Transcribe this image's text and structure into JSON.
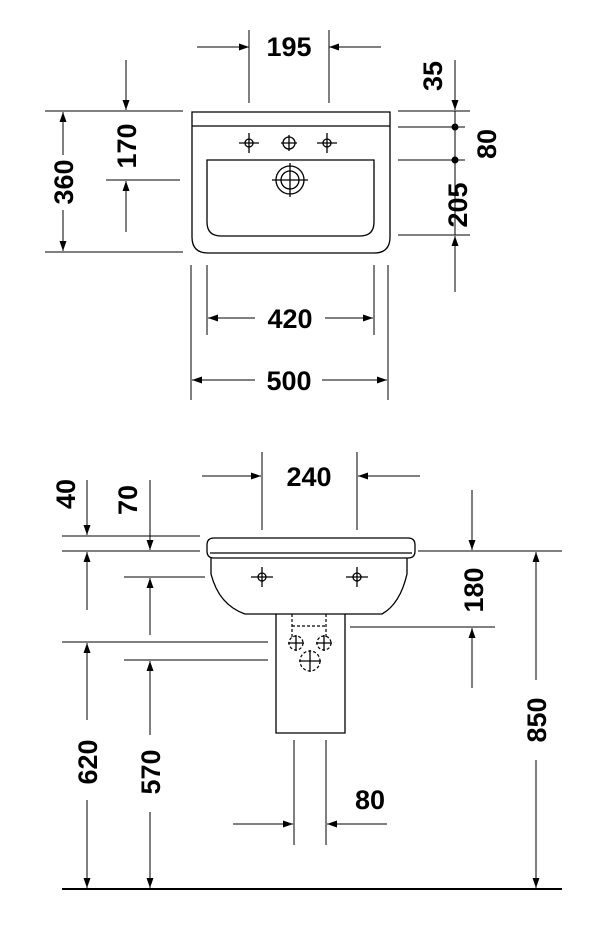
{
  "plan_view": {
    "tap_spacing": "195",
    "rim_to_taphole": "35",
    "taphole_to_drain": "80",
    "drain_to_front": "205",
    "total_depth": "360",
    "back_to_drain": "170",
    "inner_width": "420",
    "total_width": "500"
  },
  "elevation_view": {
    "fixing_spacing": "240",
    "rim_thickness": "40",
    "rim_to_fixing": "70",
    "fixing_to_pedestal": "180",
    "total_height": "850",
    "floor_to_drain": "620",
    "floor_to_pedestal_top": "570",
    "pedestal_width": "80"
  },
  "colors": {
    "line": "#000000",
    "background": "#ffffff"
  }
}
